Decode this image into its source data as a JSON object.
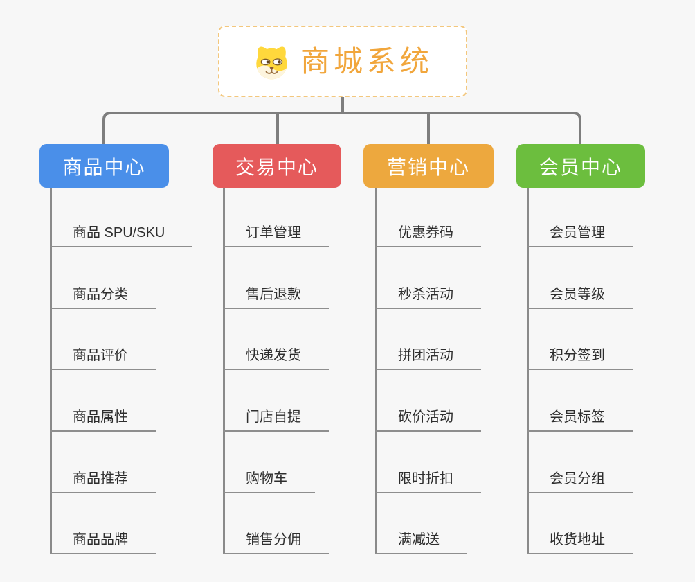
{
  "root": {
    "title": "商城系统",
    "icon": "shiba-dog-face-icon"
  },
  "branches": [
    {
      "label": "商品中心",
      "color": "#4a8fe9",
      "items": [
        "商品 SPU/SKU",
        "商品分类",
        "商品评价",
        "商品属性",
        "商品推荐",
        "商品品牌"
      ]
    },
    {
      "label": "交易中心",
      "color": "#e55a5b",
      "items": [
        "订单管理",
        "售后退款",
        "快递发货",
        "门店自提",
        "购物车",
        "销售分佣"
      ]
    },
    {
      "label": "营销中心",
      "color": "#eda83e",
      "items": [
        "优惠券码",
        "秒杀活动",
        "拼团活动",
        "砍价活动",
        "限时折扣",
        "满减送"
      ]
    },
    {
      "label": "会员中心",
      "color": "#6cbe3e",
      "items": [
        "会员管理",
        "会员等级",
        "积分签到",
        "会员标签",
        "会员分组",
        "收货地址"
      ]
    }
  ],
  "colors": {
    "background": "#f7f7f7",
    "root_title": "#f1a63c",
    "root_border": "#f3c77d",
    "connector": "#7e7e7e",
    "trunk": "#8a8a8a",
    "item_underline": "#8e8e8e",
    "item_text": "#2e2e2e"
  }
}
